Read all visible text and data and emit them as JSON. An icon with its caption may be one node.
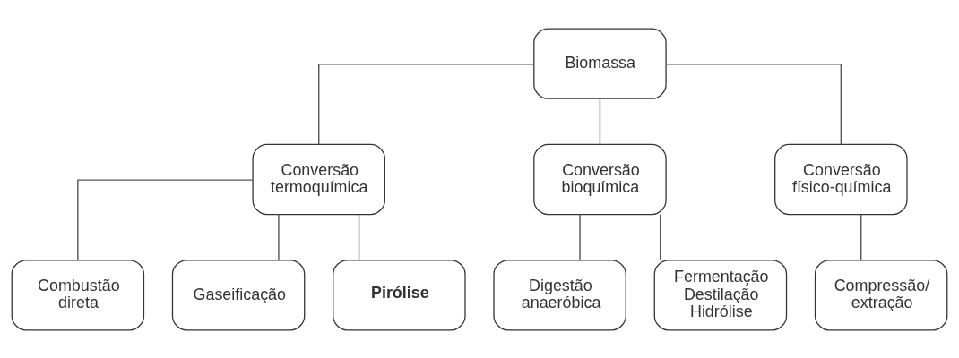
{
  "diagram": {
    "nodes": [
      {
        "text": [
          "Biomassa"
        ]
      },
      {
        "text": [
          "Conversão termoquímica"
        ]
      },
      {
        "text": [
          "Conversão bioquímica"
        ]
      },
      {
        "text": [
          "Conversão físico-química"
        ]
      },
      {
        "text": [
          "Combustão direta"
        ]
      },
      {
        "text": [
          "Gaseificação"
        ]
      },
      {
        "text": [
          "Pirólise"
        ]
      },
      {
        "text": [
          "Digestão anaeróbica"
        ]
      },
      {
        "text": [
          "Fermentação",
          "Destilação",
          "Hidrólise"
        ]
      },
      {
        "text": [
          "Compressão/ extração"
        ]
      }
    ],
    "edges": [
      {
        "from": 0,
        "to": 1,
        "arrow": "none"
      },
      {
        "from": 0,
        "to": 2,
        "arrow": "none"
      },
      {
        "from": 0,
        "to": 3,
        "arrow": "none"
      },
      {
        "from": 1,
        "to": 4,
        "arrow": "none"
      },
      {
        "from": 1,
        "to": 5,
        "arrow": "none"
      },
      {
        "from": 1,
        "to": 6,
        "arrow": "none"
      },
      {
        "from": 2,
        "to": 7,
        "arrow": "none"
      },
      {
        "from": 2,
        "to": 8,
        "arrow": "none"
      },
      {
        "from": 3,
        "to": 9,
        "arrow": "none"
      }
    ]
  }
}
